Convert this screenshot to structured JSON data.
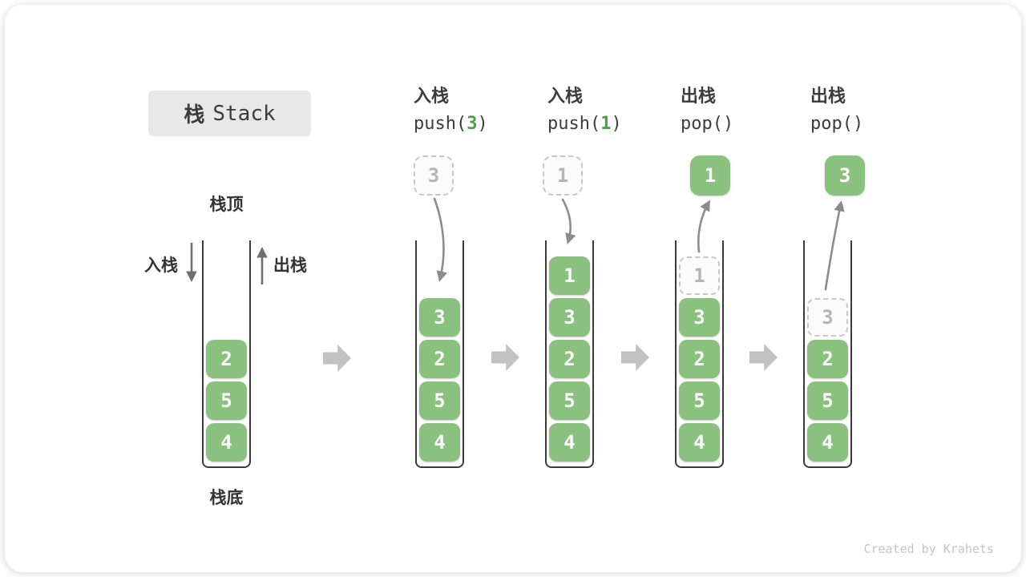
{
  "title": {
    "zh": "栈",
    "en": "Stack"
  },
  "labels": {
    "stack_top": "栈顶",
    "stack_bottom": "栈底",
    "push": "入栈",
    "pop": "出栈"
  },
  "operations": [
    {
      "label": "入栈",
      "code_prefix": "push(",
      "code_arg": "3",
      "code_suffix": ")"
    },
    {
      "label": "入栈",
      "code_prefix": "push(",
      "code_arg": "1",
      "code_suffix": ")"
    },
    {
      "label": "出栈",
      "code_prefix": "pop(",
      "code_arg": "",
      "code_suffix": ")"
    },
    {
      "label": "出栈",
      "code_prefix": "pop(",
      "code_arg": "",
      "code_suffix": ")"
    }
  ],
  "floating_values": {
    "push_arg_3": "3",
    "push_arg_1": "1",
    "popped_1": "1",
    "popped_3": "3"
  },
  "stacks": [
    {
      "blocks": [
        "2",
        "5",
        "4"
      ]
    },
    {
      "blocks": [
        "3",
        "2",
        "5",
        "4"
      ]
    },
    {
      "blocks": [
        "1",
        "3",
        "2",
        "5",
        "4"
      ]
    },
    {
      "ghost": "1",
      "blocks": [
        "3",
        "2",
        "5",
        "4"
      ]
    },
    {
      "ghost": "3",
      "blocks": [
        "2",
        "5",
        "4"
      ]
    }
  ],
  "watermark": "Created by Krahets",
  "colors": {
    "block_green": "#8bc17f",
    "code_arg_green": "#4f9e45",
    "ghost_gray": "#b5b5b5",
    "dashed_border_gray": "#c7c7c7",
    "curved_arrow_gray": "#8c8c8c",
    "block_arrow_gray": "#c2c2c2",
    "title_box_bg": "#e8e8e8",
    "text_dark": "#3c3c3c"
  }
}
